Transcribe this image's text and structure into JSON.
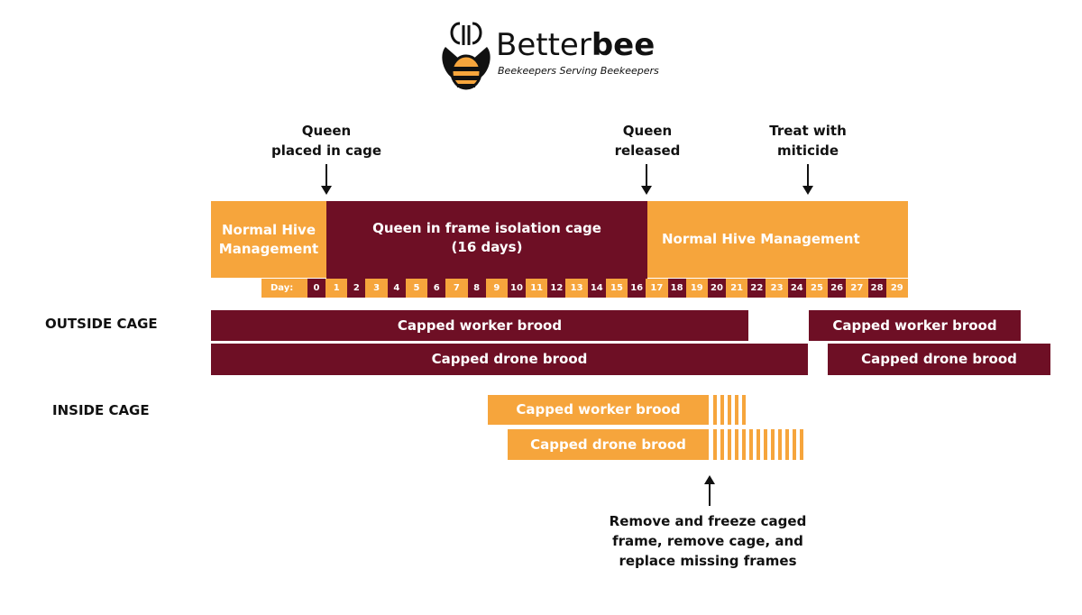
{
  "logo": {
    "brand_light": "Better",
    "brand_bold": "bee",
    "tagline": "Beekeepers Serving Beekeepers"
  },
  "annotations": {
    "queen_placed": [
      "Queen",
      "placed in cage"
    ],
    "queen_released": [
      "Queen",
      "released"
    ],
    "treat": [
      "Treat with",
      "miticide"
    ],
    "remove": [
      "Remove and freeze caged",
      "frame, remove cage, and",
      "replace missing frames"
    ]
  },
  "timeline": {
    "normal_left": [
      "Normal Hive",
      "Management"
    ],
    "isolation": [
      "Queen in frame isolation cage",
      "(16 days)"
    ],
    "normal_right": "Normal Hive Management",
    "day_label": "Day:",
    "days": [
      "0",
      "1",
      "2",
      "3",
      "4",
      "5",
      "6",
      "7",
      "8",
      "9",
      "10",
      "11",
      "12",
      "13",
      "14",
      "15",
      "16",
      "17",
      "18",
      "19",
      "20",
      "21",
      "22",
      "23",
      "24",
      "25",
      "26",
      "27",
      "28",
      "29"
    ]
  },
  "outside": {
    "label": "OUTSIDE CAGE",
    "worker_1": "Capped worker brood",
    "worker_2": "Capped worker brood",
    "drone_1": "Capped drone brood",
    "drone_2": "Capped drone brood"
  },
  "inside": {
    "label": "INSIDE CAGE",
    "worker": "Capped worker brood",
    "drone": "Capped drone brood"
  },
  "colors": {
    "maroon": "#6e0f25",
    "orange": "#f6a53c"
  }
}
